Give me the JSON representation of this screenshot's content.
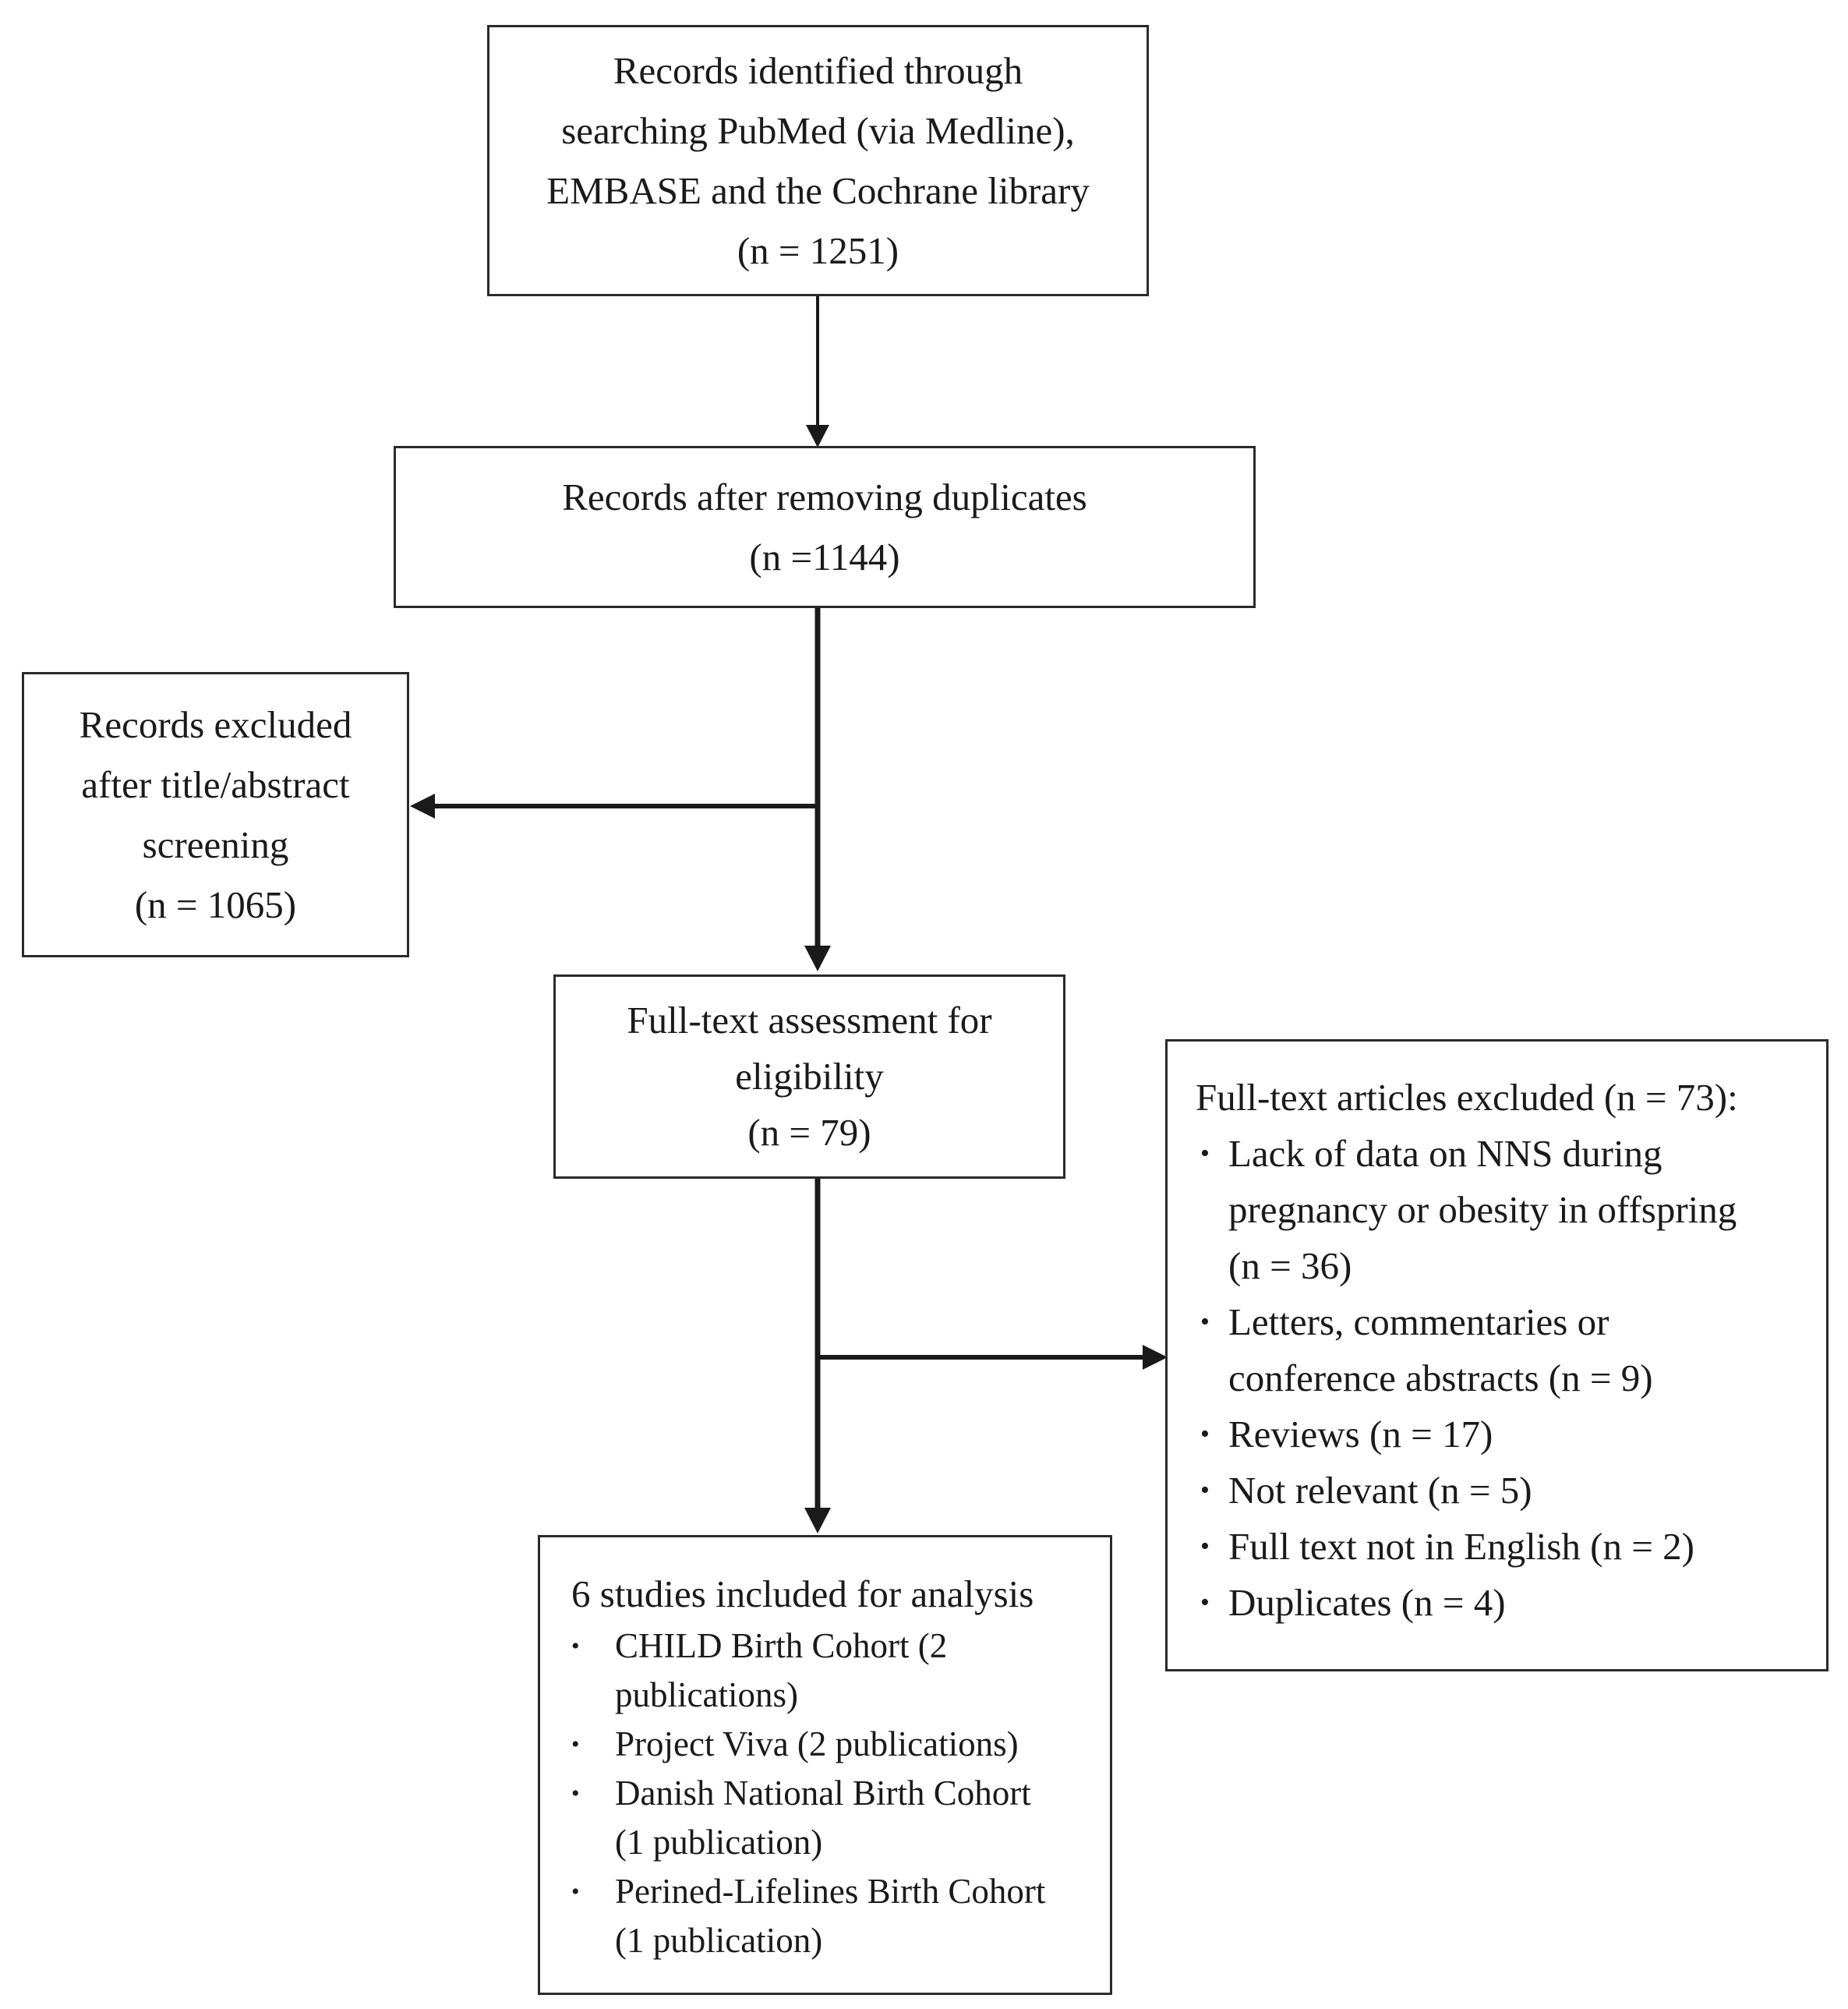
{
  "records_identified": {
    "lines": [
      "Records identified through",
      "searching PubMed (via Medline),",
      "EMBASE and the Cochrane library",
      "(n = 1251)"
    ]
  },
  "records_after_duplicates": {
    "lines": [
      "Records after removing duplicates",
      "(n =1144)"
    ]
  },
  "records_excluded_screening": {
    "lines": [
      "Records excluded",
      "after title/abstract",
      "screening",
      "(n = 1065)"
    ]
  },
  "fulltext_assessment": {
    "lines": [
      "Full-text assessment for",
      "eligibility",
      "(n = 79)"
    ]
  },
  "fulltext_excluded": {
    "heading": "Full-text articles excluded (n = 73):",
    "bullet_symbol": "•",
    "items": [
      {
        "lines": [
          "Lack of data on NNS during",
          "pregnancy or obesity in offspring",
          "(n = 36)"
        ]
      },
      {
        "lines": [
          "Letters, commentaries or",
          "conference abstracts (n = 9)"
        ]
      },
      {
        "lines": [
          "Reviews (n = 17)"
        ]
      },
      {
        "lines": [
          "Not relevant (n = 5)"
        ]
      },
      {
        "lines": [
          "Full text not in English (n = 2)"
        ]
      },
      {
        "lines": [
          "Duplicates (n = 4)"
        ]
      }
    ]
  },
  "included_studies": {
    "heading": "6 studies included for analysis",
    "bullet_symbol": "•",
    "items": [
      {
        "lines": [
          "CHILD Birth Cohort (2",
          "publications)"
        ]
      },
      {
        "lines": [
          "Project Viva (2 publications)"
        ]
      },
      {
        "lines": [
          "Danish National Birth Cohort",
          "(1 publication)"
        ]
      },
      {
        "lines": [
          "Perined-Lifelines Birth Cohort",
          "(1 publication)"
        ]
      }
    ]
  },
  "colors": {
    "stroke": "#2a2a2a",
    "text": "#1a1a1a",
    "background": "#ffffff"
  }
}
